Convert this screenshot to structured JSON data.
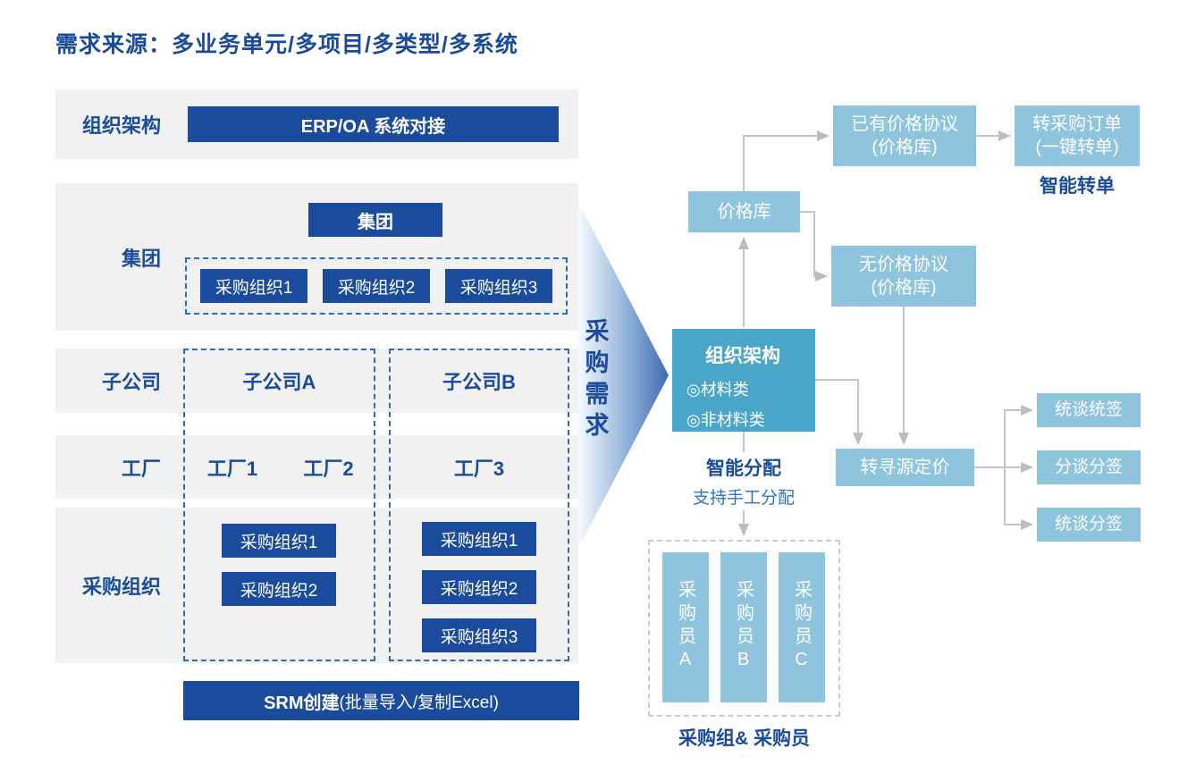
{
  "title": "需求来源：多业务单元/多项目/多类型/多系统",
  "left": {
    "row1": {
      "label": "组织架构",
      "button": "ERP/OA 系统对接"
    },
    "row2": {
      "label": "集团",
      "group_button": "集团",
      "orgs": [
        "采购组织1",
        "采购组织2",
        "采购组织3"
      ]
    },
    "row3": {
      "label": "子公司",
      "company_a": "子公司A",
      "company_b": "子公司B"
    },
    "row4": {
      "label": "工厂",
      "factory1": "工厂1",
      "factory2": "工厂2",
      "factory3": "工厂3"
    },
    "row5": {
      "label": "采购组织",
      "orgs_a": [
        "采购组织1",
        "采购组织2"
      ],
      "orgs_b": [
        "采购组织1",
        "采购组织2",
        "采购组织3"
      ]
    },
    "srm": {
      "bold": "SRM创建",
      "rest": "(批量导入/复制Excel)"
    }
  },
  "arrow": {
    "label": "采购需求"
  },
  "flow": {
    "price_lib": "价格库",
    "has_agreement_line1": "已有价格协议",
    "has_agreement_line2": "(价格库)",
    "to_po_line1": "转采购订单",
    "to_po_line2": "(一键转单)",
    "smart_transfer": "智能转单",
    "no_agreement_line1": "无价格协议",
    "no_agreement_line2": "(价格库)",
    "org": {
      "title": "组织架构",
      "item1": "◎材料类",
      "item2": "◎非材料类"
    },
    "smart_assign": "智能分配",
    "manual_assign": "支持手工分配",
    "to_sourcing": "转寻源定价",
    "sign1": "统谈统签",
    "sign2": "分谈分签",
    "sign3": "统谈分签",
    "buyer_a": "采购员A",
    "buyer_b": "采购员B",
    "buyer_c": "采购员C",
    "buyers_label": "采购组& 采购员"
  },
  "colors": {
    "brand_blue": "#1a4b9c",
    "light_blue": "#8ec4dd",
    "teal": "#4aa6c9",
    "panel_gray": "#f1f1f1",
    "line_gray": "#c5c5c5",
    "dashed_blue": "#2e6db4",
    "accent_text_blue": "#2f74c0"
  }
}
